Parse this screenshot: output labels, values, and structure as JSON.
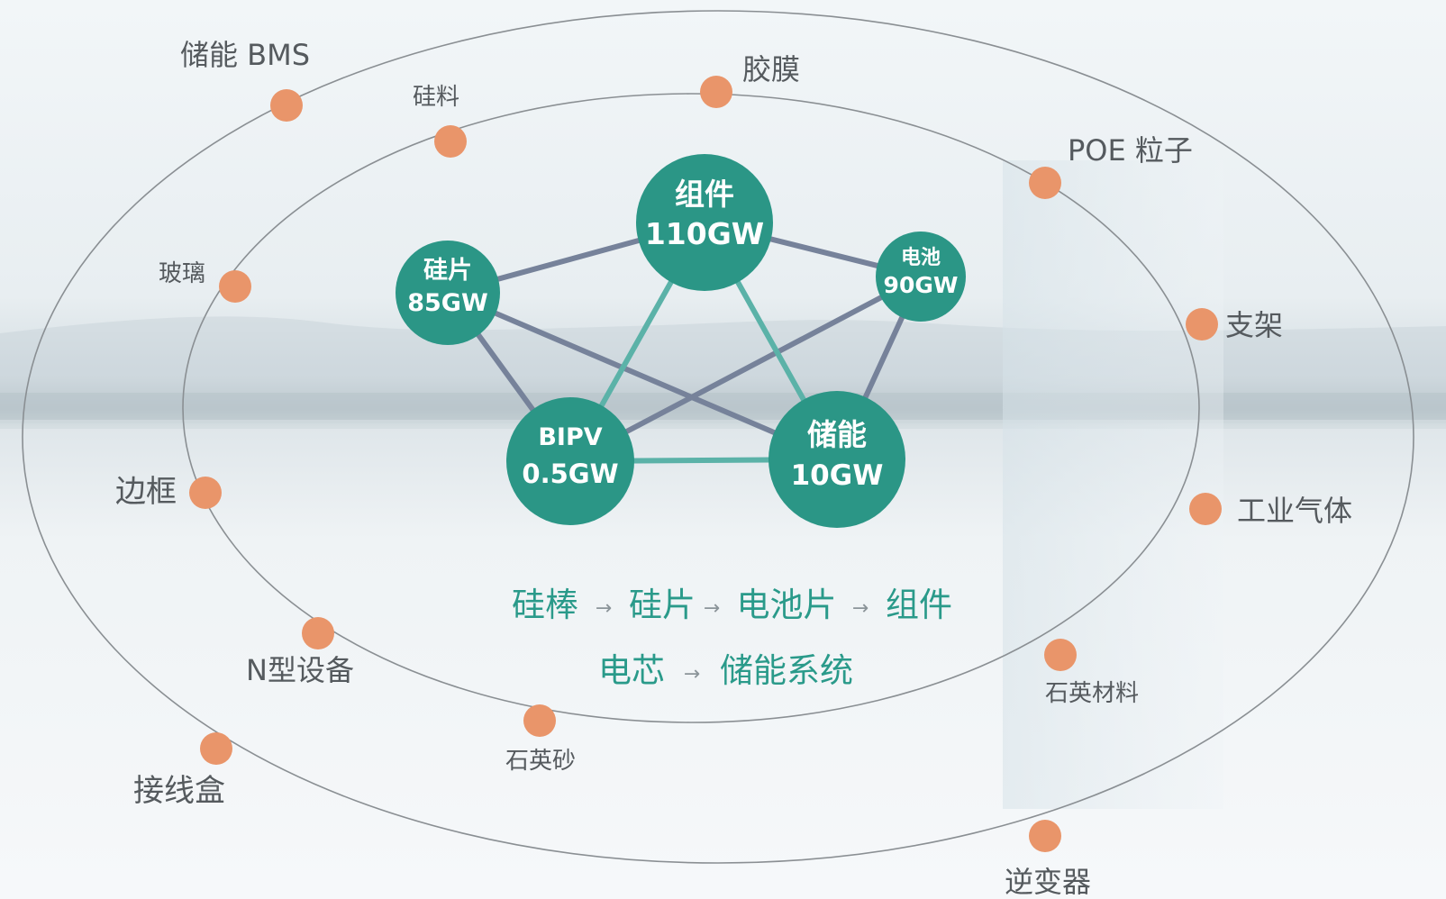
{
  "colors": {
    "hub_fill": "#2b9686",
    "sat_dot": "#e9956a",
    "link_gray": "#76829a",
    "link_teal": "#5bb2a8",
    "orbit_line": "#8a8f93",
    "flow_text": "#2a9a8a",
    "label_text": "#555a5e"
  },
  "hubs": [
    {
      "id": "module",
      "name": "组件",
      "capacity": "110GW"
    },
    {
      "id": "wafer",
      "name": "硅片",
      "capacity": "85GW"
    },
    {
      "id": "cell",
      "name": "电池",
      "capacity": "90GW"
    },
    {
      "id": "bipv",
      "name": "BIPV",
      "capacity": "0.5GW"
    },
    {
      "id": "storage",
      "name": "储能",
      "capacity": "10GW"
    }
  ],
  "links": [
    {
      "from": "wafer",
      "to": "module",
      "style": "gray"
    },
    {
      "from": "module",
      "to": "cell",
      "style": "gray"
    },
    {
      "from": "wafer",
      "to": "bipv",
      "style": "gray"
    },
    {
      "from": "wafer",
      "to": "storage",
      "style": "gray"
    },
    {
      "from": "cell",
      "to": "bipv",
      "style": "gray"
    },
    {
      "from": "cell",
      "to": "storage",
      "style": "gray"
    },
    {
      "from": "module",
      "to": "bipv",
      "style": "teal"
    },
    {
      "from": "module",
      "to": "storage",
      "style": "teal"
    },
    {
      "from": "bipv",
      "to": "storage",
      "style": "teal"
    }
  ],
  "inner_orbit": [
    "硅料",
    "胶膜",
    "POE 粒子",
    "支架",
    "工业气体",
    "石英材料",
    "石英砂",
    "N型设备",
    "边框",
    "玻璃"
  ],
  "outer_orbit": [
    "储能 BMS",
    "接线盒",
    "逆变器"
  ],
  "flow_lines": [
    {
      "steps": [
        "硅棒",
        "硅片",
        "电池片",
        "组件"
      ],
      "arrow": "→"
    },
    {
      "steps": [
        "电芯",
        "储能系统"
      ],
      "arrow": "→"
    }
  ]
}
